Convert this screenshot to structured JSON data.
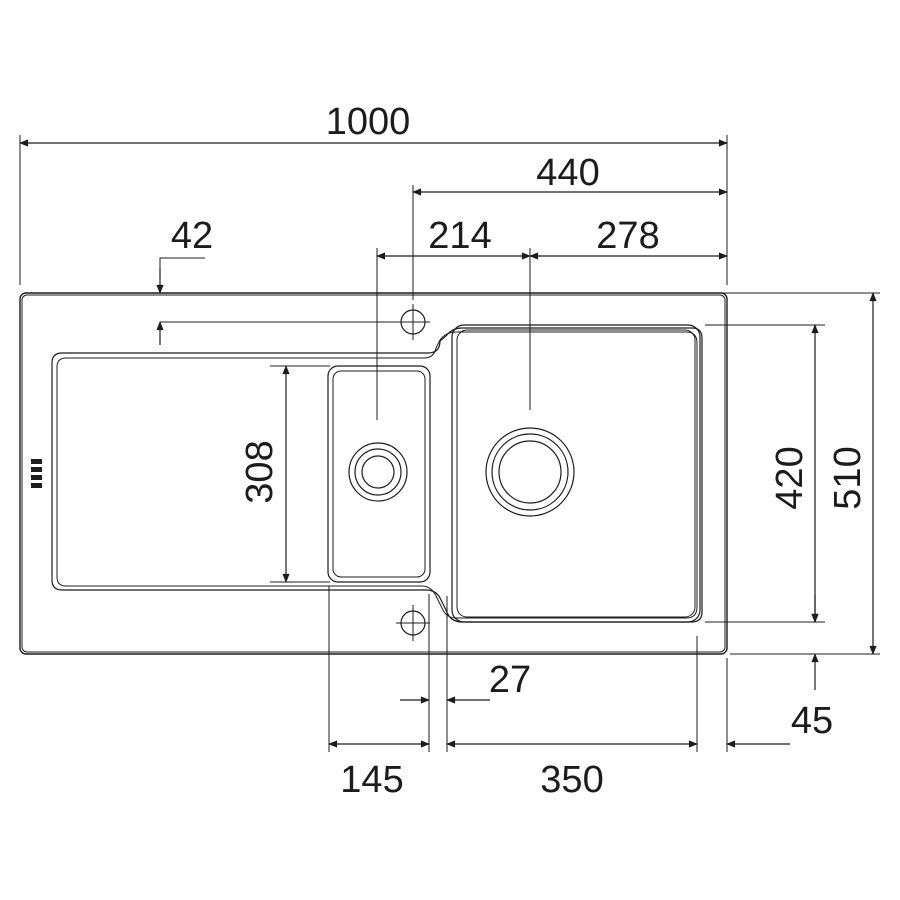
{
  "dimensions": {
    "total_width": "1000",
    "main_bowl_offset": "440",
    "drainer_depth": "42",
    "small_bowl_center": "214",
    "main_bowl_center": "278",
    "small_bowl_length": "308",
    "main_bowl_depth": "420",
    "total_depth": "510",
    "bowl_gap": "27",
    "edge_offset": "45",
    "small_bowl_width": "145",
    "main_bowl_width": "350"
  }
}
